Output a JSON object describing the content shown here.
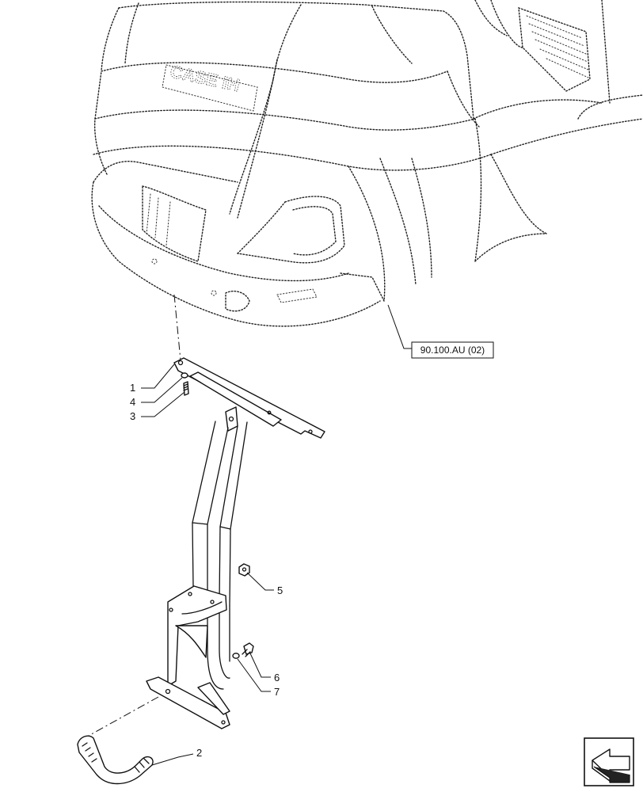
{
  "brand_text": "CASE IH",
  "reference": {
    "label": "90.100.AU (02)"
  },
  "callouts": [
    {
      "id": "callout-1",
      "text": "1"
    },
    {
      "id": "callout-4",
      "text": "4"
    },
    {
      "id": "callout-3",
      "text": "3"
    },
    {
      "id": "callout-5",
      "text": "5"
    },
    {
      "id": "callout-6",
      "text": "6"
    },
    {
      "id": "callout-7",
      "text": "7"
    },
    {
      "id": "callout-2",
      "text": "2"
    }
  ],
  "nav_icon": "arrow-back-icon"
}
